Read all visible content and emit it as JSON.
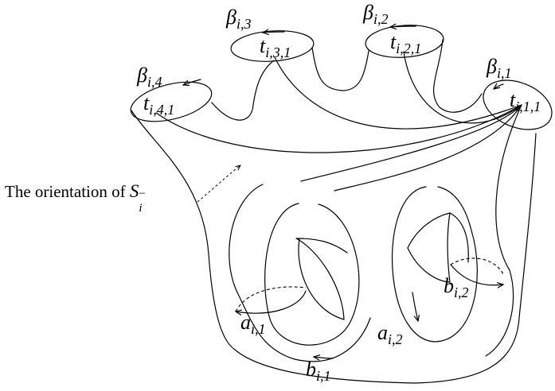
{
  "boundary": {
    "b1": {
      "main": "β",
      "sub": "i,1"
    },
    "b2": {
      "main": "β",
      "sub": "i,2"
    },
    "b3": {
      "main": "β",
      "sub": "i,3"
    },
    "b4": {
      "main": "β",
      "sub": "i,4"
    }
  },
  "points": {
    "t1": {
      "main": "t",
      "sub": "i,1,1"
    },
    "t2": {
      "main": "t",
      "sub": "i,2,1"
    },
    "t3": {
      "main": "t",
      "sub": "i,3,1"
    },
    "t4": {
      "main": "t",
      "sub": "i,4,1"
    }
  },
  "curves": {
    "a1": {
      "main": "a",
      "sub": "i,1"
    },
    "a2": {
      "main": "a",
      "sub": "i,2"
    },
    "bc1": {
      "main": "b",
      "sub": "i,1"
    },
    "bc2": {
      "main": "b",
      "sub": "i,2"
    }
  },
  "caption": {
    "text": "The orientation of ",
    "surface": "S",
    "sup": "−",
    "sub": "i"
  }
}
